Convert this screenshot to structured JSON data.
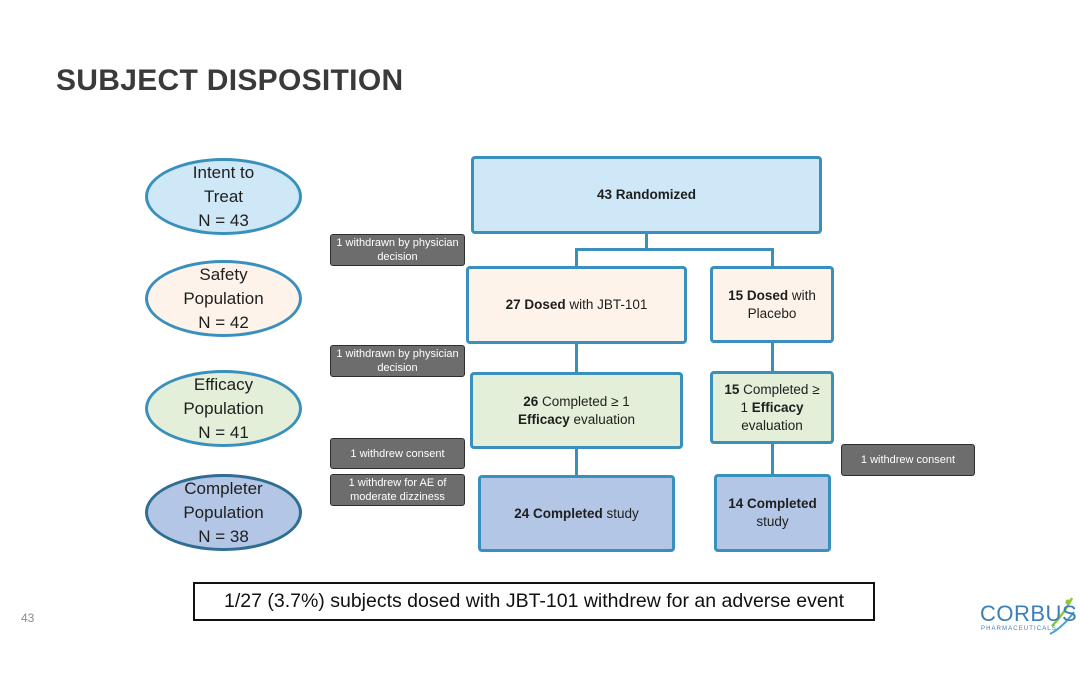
{
  "title": "SUBJECT DISPOSITION",
  "colors": {
    "border": "#3a90bd",
    "randomized_fill": "#cfe8f8",
    "dosed_fill": "#fdf3ea",
    "efficacy_fill": "#e3efd9",
    "completed_fill": "#b3c6e6",
    "note_fill": "#6d6d6d"
  },
  "populations": {
    "itt": {
      "line1": "Intent to",
      "line2": "Treat",
      "line3": "N = 43"
    },
    "safety": {
      "line1": "Safety",
      "line2": "Population",
      "line3": "N = 42"
    },
    "efficacy": {
      "line1": "Efficacy",
      "line2": "Population",
      "line3": "N = 41"
    },
    "completer": {
      "line1": "Completer",
      "line2": "Population",
      "line3": "N = 38"
    }
  },
  "boxes": {
    "randomized": {
      "bold": "43 Randomized"
    },
    "dosed_jbt": {
      "bold": "27 Dosed",
      "rest": " with JBT-101"
    },
    "dosed_placebo": {
      "bold": "15 Dosed",
      "rest": " with Placebo"
    },
    "efficacy_jbt": {
      "bold": "26",
      "mid": " Completed ≥ 1 ",
      "bold2": "Efficacy",
      "rest": " evaluation"
    },
    "efficacy_placebo": {
      "bold": "15",
      "mid": " Completed ≥ 1 ",
      "bold2": "Efficacy",
      "rest": " evaluation"
    },
    "completed_jbt": {
      "bold": "24 Completed",
      "rest": " study"
    },
    "completed_placebo": {
      "bold": "14 Completed",
      "rest": " study"
    }
  },
  "notes": {
    "withdrawn_1": "1 withdrawn by physician decision",
    "withdrawn_2": "1 withdrawn by physician decision",
    "consent_left": "1 withdrew consent",
    "ae_dizziness": "1 withdrew for AE of moderate dizziness",
    "consent_right": "1 withdrew consent"
  },
  "footer": "1/27 (3.7%) subjects dosed with JBT-101 withdrew for an adverse event",
  "page_number": "43",
  "logo": {
    "name": "CORBUS",
    "sub": "PHARMACEUTICALS"
  }
}
